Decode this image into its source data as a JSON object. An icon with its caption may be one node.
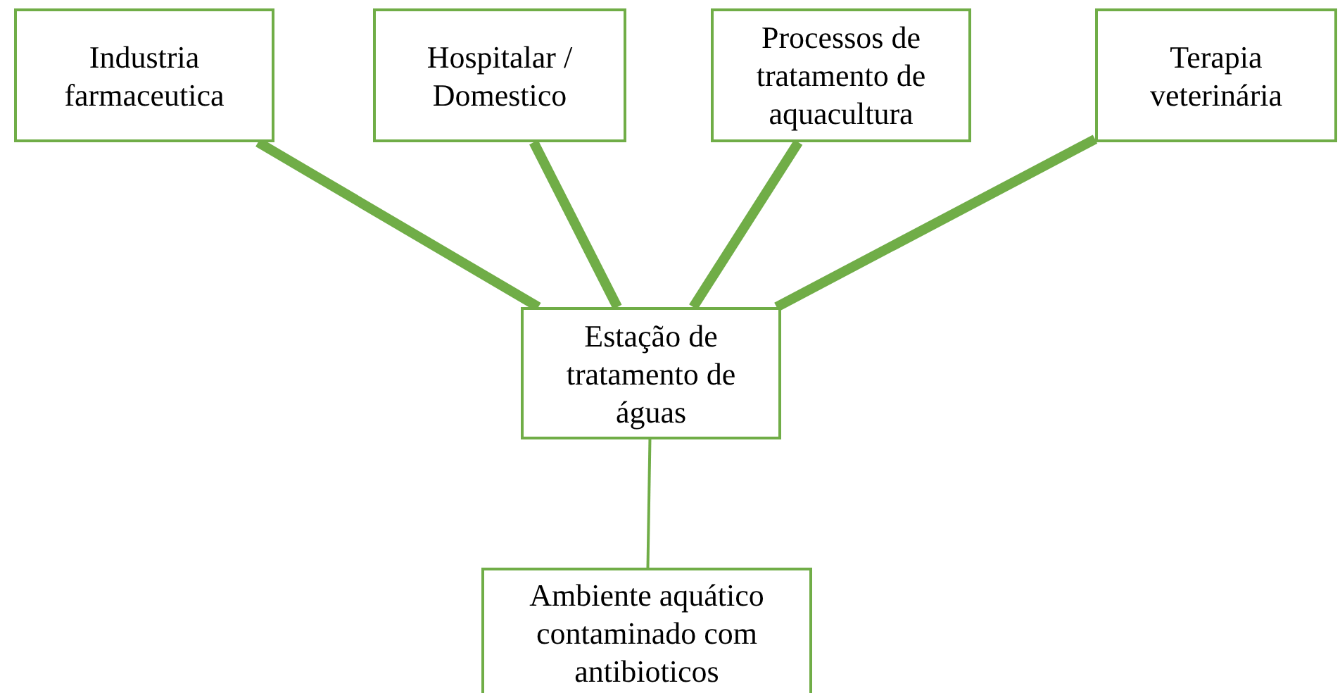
{
  "diagram": {
    "nodes": [
      {
        "text": [
          "Industria farmaceutica"
        ]
      },
      {
        "text": [
          "Hospitalar / Domestico"
        ]
      },
      {
        "text": [
          "Processos de tratamento de aquacultura"
        ]
      },
      {
        "text": [
          "Terapia veterinária"
        ]
      },
      {
        "text": [
          "Estação de tratamento de águas"
        ]
      },
      {
        "text": [
          "Ambiente aquático contaminado com antibioticos"
        ]
      }
    ],
    "edges": [
      {
        "from": 0,
        "to": 4,
        "arrow": "none"
      },
      {
        "from": 1,
        "to": 4,
        "arrow": "none"
      },
      {
        "from": 2,
        "to": 4,
        "arrow": "none"
      },
      {
        "from": 3,
        "to": 4,
        "arrow": "none"
      },
      {
        "from": 4,
        "to": 5,
        "arrow": "none"
      }
    ]
  }
}
